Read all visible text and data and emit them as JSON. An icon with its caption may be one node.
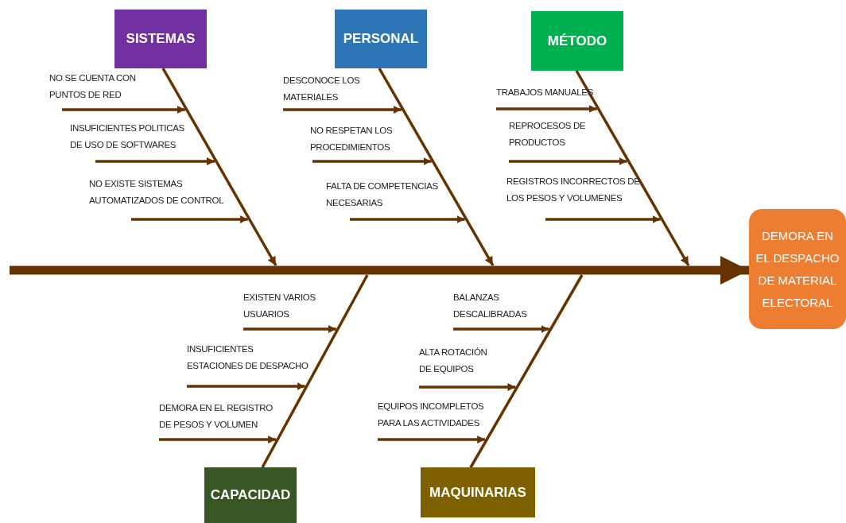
{
  "diagram": {
    "nodes": [
      {
        "text": [
          "SISTEMAS"
        ]
      },
      {
        "text": [],
        "shape": "line"
      },
      {
        "text": [
          "PERSONAL"
        ]
      },
      {
        "text": [],
        "shape": "line"
      },
      {
        "text": [
          "MÉTODO"
        ]
      },
      {
        "text": [],
        "shape": "line"
      },
      {
        "text": [
          "NO SE CUENTA CON PUNTOS DE RED"
        ]
      },
      {
        "text": [
          "INSUFICIENTES POLITICAS DE USO DE SOFTWARES"
        ]
      },
      {
        "text": [
          "NO EXISTE SISTEMAS AUTOMATIZADOS DE CONTROL"
        ]
      },
      {
        "text": [
          "DESCONOCE LOS MATERIALES"
        ]
      },
      {
        "text": [
          "NO RESPETAN LOS PROCEDIMIENTOS"
        ]
      },
      {
        "text": [
          "FALTA DE COMPETENCIAS NECESARIAS"
        ]
      },
      {
        "text": [
          "TRABAJOS MANUALES"
        ]
      },
      {
        "text": [
          "REPROCESOS DE PRODUCTOS"
        ]
      },
      {
        "text": [
          "REGISTROS INCORRECTOS DE LOS PESOS Y VOLUMENES"
        ]
      },
      {
        "text": [
          "DEMORA EN EL DESPACHO DE MATERIAL ELECTORAL"
        ]
      },
      {
        "text": [
          "EXISTEN VARIOS USUARIOS"
        ]
      },
      {
        "text": [
          "INSUFICIENTES ESTACIONES DE DESPACHO"
        ]
      },
      {
        "text": [
          "DEMORA EN EL REGISTRO DE PESOS Y VOLUMEN"
        ]
      },
      {
        "text": [
          "BALANZAS DESCALIBRADAS"
        ]
      },
      {
        "text": [
          "ALTA ROTACIÓN DE EQUIPOS"
        ]
      },
      {
        "text": [
          "EQUIPOS INCOMPLETOS PARA LAS ACTIVIDADES"
        ]
      },
      {
        "text": [],
        "shape": "line"
      },
      {
        "text": [
          "CAPACIDAD"
        ]
      },
      {
        "text": [],
        "shape": "line"
      },
      {
        "text": [
          "MAQUINARIAS"
        ]
      }
    ],
    "edges": [
      {
        "from": null,
        "to": 15,
        "arrow": "to",
        "style": "thick"
      },
      {
        "from": 6,
        "to": 1,
        "arrow": "to"
      },
      {
        "from": 7,
        "to": 1,
        "arrow": "to"
      },
      {
        "from": 8,
        "to": 1,
        "arrow": "to"
      },
      {
        "from": 9,
        "to": 3,
        "arrow": "to"
      },
      {
        "from": 10,
        "to": 3,
        "arrow": "to"
      },
      {
        "from": 11,
        "to": 3,
        "arrow": "to"
      },
      {
        "from": 12,
        "to": 5,
        "arrow": "to"
      },
      {
        "from": 13,
        "to": 5,
        "arrow": "to"
      },
      {
        "from": 14,
        "to": 5,
        "arrow": "to"
      },
      {
        "from": 16,
        "to": 22,
        "arrow": "to"
      },
      {
        "from": 17,
        "to": 22,
        "arrow": "to"
      },
      {
        "from": 18,
        "to": 22,
        "arrow": "to"
      },
      {
        "from": 19,
        "to": 24,
        "arrow": "to"
      },
      {
        "from": 20,
        "to": 24,
        "arrow": "to"
      },
      {
        "from": 21,
        "to": 24,
        "arrow": "to"
      }
    ]
  }
}
